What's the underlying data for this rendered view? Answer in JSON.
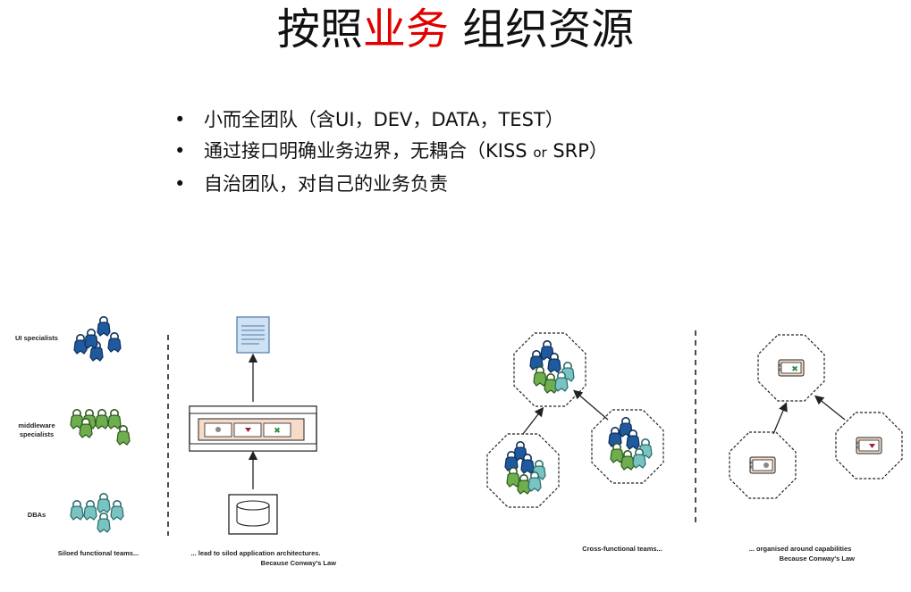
{
  "title": {
    "prefix": "按照",
    "highlight": "业务",
    "suffix": " 组织资源"
  },
  "bullets": [
    {
      "main": "小而全团队（含UI，DEV，DATA，TEST）"
    },
    {
      "pre": "通过接口明确业务边界，无耦合（KISS ",
      "small": "or",
      "post": " SRP）"
    },
    {
      "main": "自治团队，对自己的业务负责"
    }
  ],
  "left_diagram": {
    "labels": {
      "ui": "UI specialists",
      "middleware": "middleware specialists",
      "dbas": "DBAs"
    },
    "caption_teams": "Siloed functional teams...",
    "caption_arch_line1": "... lead to silod application architectures.",
    "caption_arch_line2": "Because Conway's Law"
  },
  "right_diagram": {
    "caption_teams": "Cross-functional teams...",
    "caption_caps_line1": "... organised around capabilities",
    "caption_caps_line2": "Because Conway's Law"
  },
  "colors": {
    "highlight": "#e00000",
    "blue": "#1f5aa0",
    "green": "#6fae4f",
    "teal": "#7ac3c3",
    "peach": "#f5dcc6"
  }
}
